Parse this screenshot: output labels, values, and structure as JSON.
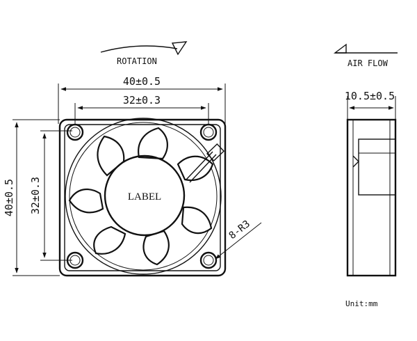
{
  "front_view": {
    "rotation_label": "ROTATION",
    "dim_outer_width": "40±0.5",
    "dim_hole_width": "32±0.3",
    "dim_outer_height": "40±0.5",
    "dim_hole_height": "32±0.3",
    "hub_label": "LABEL",
    "hole_callout": "8-R3"
  },
  "side_view": {
    "airflow_label": "AIR FLOW",
    "dim_thickness": "10.5±0.5"
  },
  "unit_note": "Unit:mm"
}
